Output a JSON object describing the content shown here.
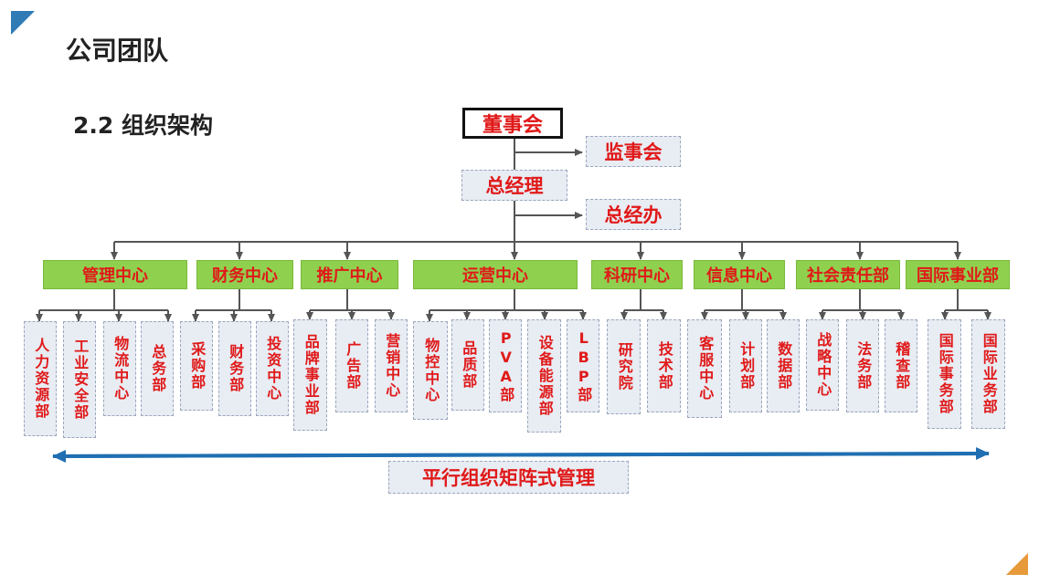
{
  "header": {
    "title": "公司团队",
    "section": "2.2  组织架构"
  },
  "top": {
    "chairman": "董事会",
    "supervisory": "监事会",
    "gm": "总经理",
    "gm_office": "总经办"
  },
  "centers": [
    "管理中心",
    "财务中心",
    "推广中心",
    "运营中心",
    "科研中心",
    "信息中心",
    "社会责任部",
    "国际事业部"
  ],
  "departments": [
    "人力资源部",
    "工业安全部",
    "物流中心",
    "总务部",
    "采购部",
    "财务部",
    "投资中心",
    "品牌事业部",
    "广告部",
    "营销中心",
    "物控中心",
    "品质部",
    "PVA部",
    "设备能源部",
    "LBP部",
    "研究院",
    "技术部",
    "客服中心",
    "计划部",
    "数据部",
    "战略中心",
    "法务部",
    "稽查部",
    "国际事务部",
    "国际业务部"
  ],
  "banner": "平行组织矩阵式管理",
  "colors": {
    "text_red": "#e01919",
    "center_green": "#8fd14f",
    "box_fill": "#e8ecf3",
    "arrow_blue": "#1f6fb2"
  }
}
